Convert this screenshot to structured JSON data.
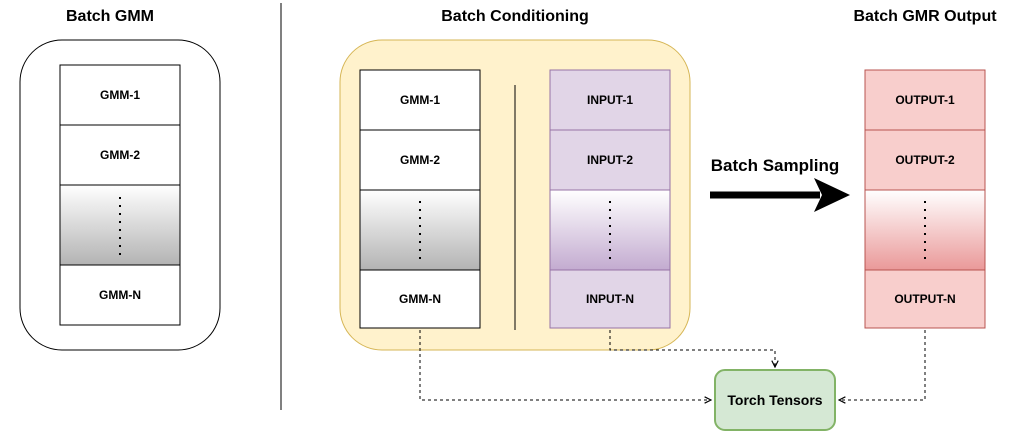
{
  "titles": {
    "batch_gmm": "Batch GMM",
    "batch_conditioning": "Batch Conditioning",
    "batch_gmr_output": "Batch GMR Output"
  },
  "batch_gmm": {
    "cells": [
      "GMM-1",
      "GMM-2",
      "GMM-N"
    ]
  },
  "conditioning": {
    "gmm_cells": [
      "GMM-1",
      "GMM-2",
      "GMM-N"
    ],
    "input_cells": [
      "INPUT-1",
      "INPUT-2",
      "INPUT-N"
    ]
  },
  "sampling_label": "Batch Sampling",
  "output": {
    "cells": [
      "OUTPUT-1",
      "OUTPUT-2",
      "OUTPUT-N"
    ]
  },
  "torch_tensors": "Torch Tensors",
  "colors": {
    "conditioning_bg": "#fff2cc",
    "conditioning_border": "#d6b656",
    "input_fill": "#e1d5e7",
    "input_border": "#9673a6",
    "output_fill": "#f8cecc",
    "output_border": "#b85450",
    "tensor_fill": "#d5e8d4",
    "tensor_border": "#82b366"
  }
}
